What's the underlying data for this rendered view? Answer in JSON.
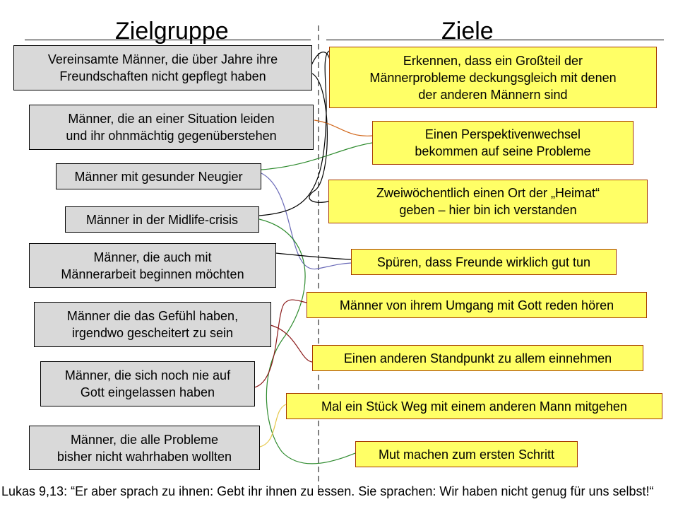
{
  "headings": {
    "target_group": "Zielgruppe",
    "goals": "Ziele"
  },
  "target_groups": [
    "Vereinsamte Männer, die über Jahre ihre\nFreundschaften nicht gepflegt haben",
    "Männer, die an einer Situation leiden\nund ihr ohnmächtig gegenüberstehen",
    "Männer mit gesunder Neugier",
    "Männer in der Midlife-crisis",
    "Männer, die auch mit\nMännerarbeit beginnen möchten",
    "Männer die das Gefühl haben,\nirgendwo gescheitert zu sein",
    "Männer, die sich noch nie auf\nGott eingelassen haben",
    "Männer, die alle Probleme\nbisher nicht wahrhaben wollten"
  ],
  "goals": [
    "Erkennen, dass ein Großteil der\nMännerprobleme deckungsgleich mit denen\nder anderen Männern sind",
    "Einen Perspektivenwechsel\nbekommen auf seine Probleme",
    "Zweiwöchentlich einen Ort der „Heimat“\ngeben – hier bin ich verstanden",
    "Spüren, dass Freunde wirklich gut tun",
    "Männer von ihrem Umgang mit Gott reden hören",
    "Einen anderen Standpunkt zu allem einnehmen",
    "Mal ein Stück Weg mit einem anderen Mann mitgehen",
    "Mut machen zum ersten Schritt"
  ],
  "footer": "Lukas 9,13: “Er aber sprach zu ihnen: Gebt ihr ihnen zu essen. Sie sprachen: Wir haben nicht genug für uns selbst!“",
  "colors": {
    "target_fill": "#d9d9d9",
    "goal_fill": "#ffff66",
    "goal_border": "#a63a00",
    "connector_black": "#000000",
    "connector_orange": "#d2691e",
    "connector_green": "#2e8b2e",
    "connector_blue": "#6a6ab8",
    "connector_darkred": "#8b1a1a",
    "connector_yellow": "#e6c84a"
  }
}
